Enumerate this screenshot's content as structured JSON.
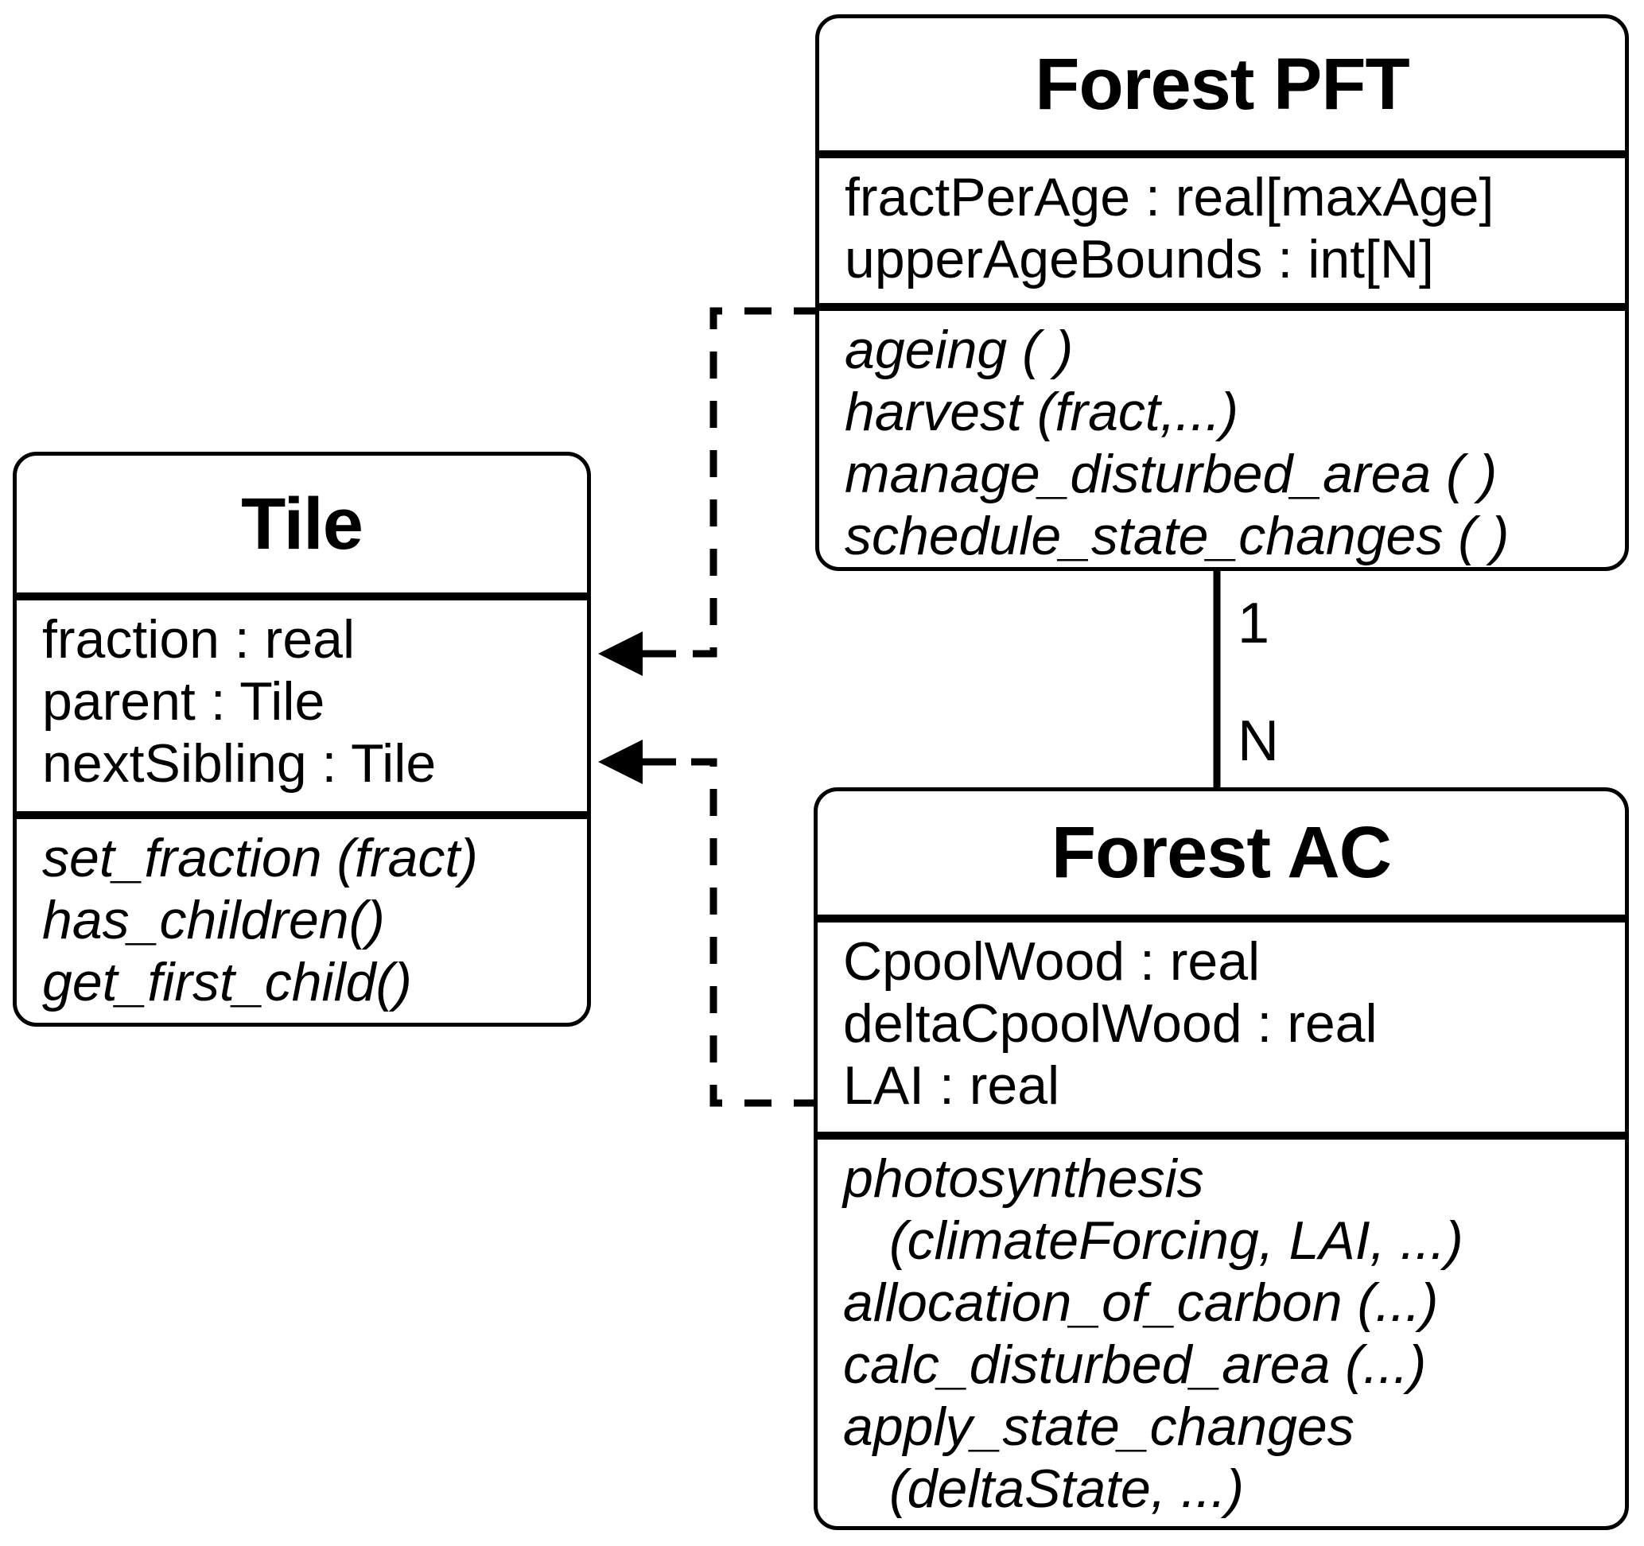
{
  "classes": {
    "tile": {
      "title": "Tile",
      "attributes": [
        "fraction : real",
        "parent : Tile",
        "nextSibling : Tile"
      ],
      "methods": [
        "set_fraction (fract)",
        "has_children()",
        "get_first_child()"
      ]
    },
    "forest_pft": {
      "title": "Forest PFT",
      "attributes": [
        "fractPerAge : real[maxAge]",
        "upperAgeBounds : int[N]"
      ],
      "methods": [
        "ageing ( )",
        "harvest (fract,...)",
        "manage_disturbed_area ( )",
        "schedule_state_changes ( )"
      ]
    },
    "forest_ac": {
      "title": "Forest AC",
      "attributes": [
        "CpoolWood : real",
        "deltaCpoolWood : real",
        "LAI : real"
      ],
      "methods": [
        "photosynthesis",
        "(climateForcing, LAI, ...)",
        "allocation_of_carbon (...)",
        "calc_disturbed_area (...)",
        "apply_state_changes",
        "(deltaState, ...)"
      ]
    }
  },
  "relationship": {
    "association": {
      "from": "Forest PFT",
      "to": "Forest AC",
      "multiplicity_top": "1",
      "multiplicity_bottom": "N"
    },
    "dependencies": [
      {
        "from": "Forest PFT",
        "to": "Tile",
        "style": "dashed-arrow"
      },
      {
        "from": "Forest AC",
        "to": "Tile",
        "style": "dashed-arrow"
      }
    ]
  },
  "colors": {
    "line": "#000000",
    "background": "#ffffff"
  }
}
